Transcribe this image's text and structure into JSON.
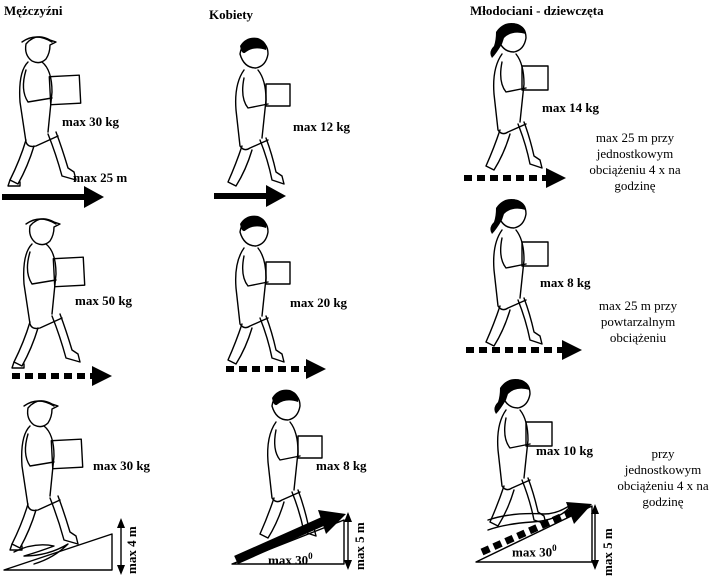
{
  "columns": [
    {
      "header": "Mężczyźni",
      "rows": [
        {
          "weight": "max 30 kg",
          "note": "max 25 m",
          "arrow": "solid"
        },
        {
          "weight": "max 50 kg",
          "note": "",
          "arrow": "dotted"
        },
        {
          "weight": "max 30 kg",
          "height": "max 4 m",
          "arrow": "ramp"
        }
      ]
    },
    {
      "header": "Kobiety",
      "rows": [
        {
          "weight": "max 12 kg",
          "note": "",
          "arrow": "solid"
        },
        {
          "weight": "max 20 kg",
          "note": "",
          "arrow": "dotted"
        },
        {
          "weight": "max 8 kg",
          "angle": "max 30",
          "angle_sup": "0",
          "height": "max 5 m",
          "arrow": "ramp-solid"
        }
      ]
    },
    {
      "header": "Młodociani - dziewczęta",
      "rows": [
        {
          "weight": "max 14 kg",
          "note_lines": [
            "max 25 m przy",
            "jednostkowym",
            "obciążeniu 4 x na",
            "godzinę"
          ],
          "arrow": "dotted"
        },
        {
          "weight": "max 8 kg",
          "note_lines": [
            "max 25 m przy",
            "powtarzalnym",
            "obciążeniu"
          ],
          "arrow": "dotted"
        },
        {
          "weight": "max 10 kg",
          "note_lines": [
            "przy",
            "jednostkowym",
            "obciążeniu 4 x na",
            "godzinę"
          ],
          "angle": "max 30",
          "angle_sup": "0",
          "height": "max 5 m",
          "arrow": "ramp-dotted"
        }
      ]
    }
  ]
}
